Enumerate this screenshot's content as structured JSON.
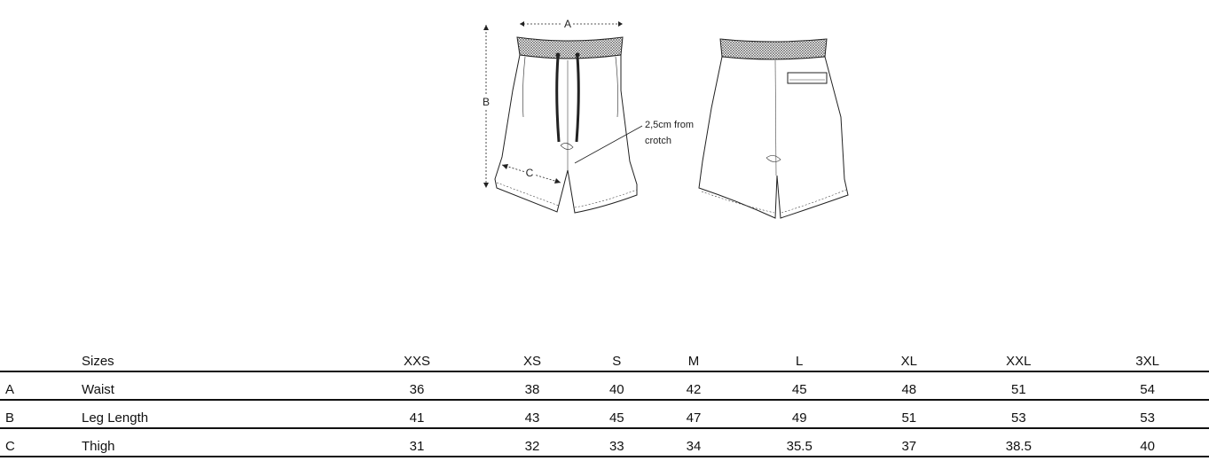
{
  "diagram": {
    "label_a": "A",
    "label_b": "B",
    "label_c": "C",
    "note_line1": "2,5cm from",
    "note_line2": "crotch"
  },
  "table": {
    "header_label": "Sizes",
    "sizes": [
      "XXS",
      "XS",
      "S",
      "M",
      "L",
      "XL",
      "XXL",
      "3XL"
    ],
    "rows": [
      {
        "code": "A",
        "name": "Waist",
        "values": [
          "36",
          "38",
          "40",
          "42",
          "45",
          "48",
          "51",
          "54"
        ]
      },
      {
        "code": "B",
        "name": "Leg Length",
        "values": [
          "41",
          "43",
          "45",
          "47",
          "49",
          "51",
          "53",
          "53"
        ]
      },
      {
        "code": "C",
        "name": "Thigh",
        "values": [
          "31",
          "32",
          "33",
          "34",
          "35.5",
          "37",
          "38.5",
          "40"
        ]
      }
    ]
  }
}
